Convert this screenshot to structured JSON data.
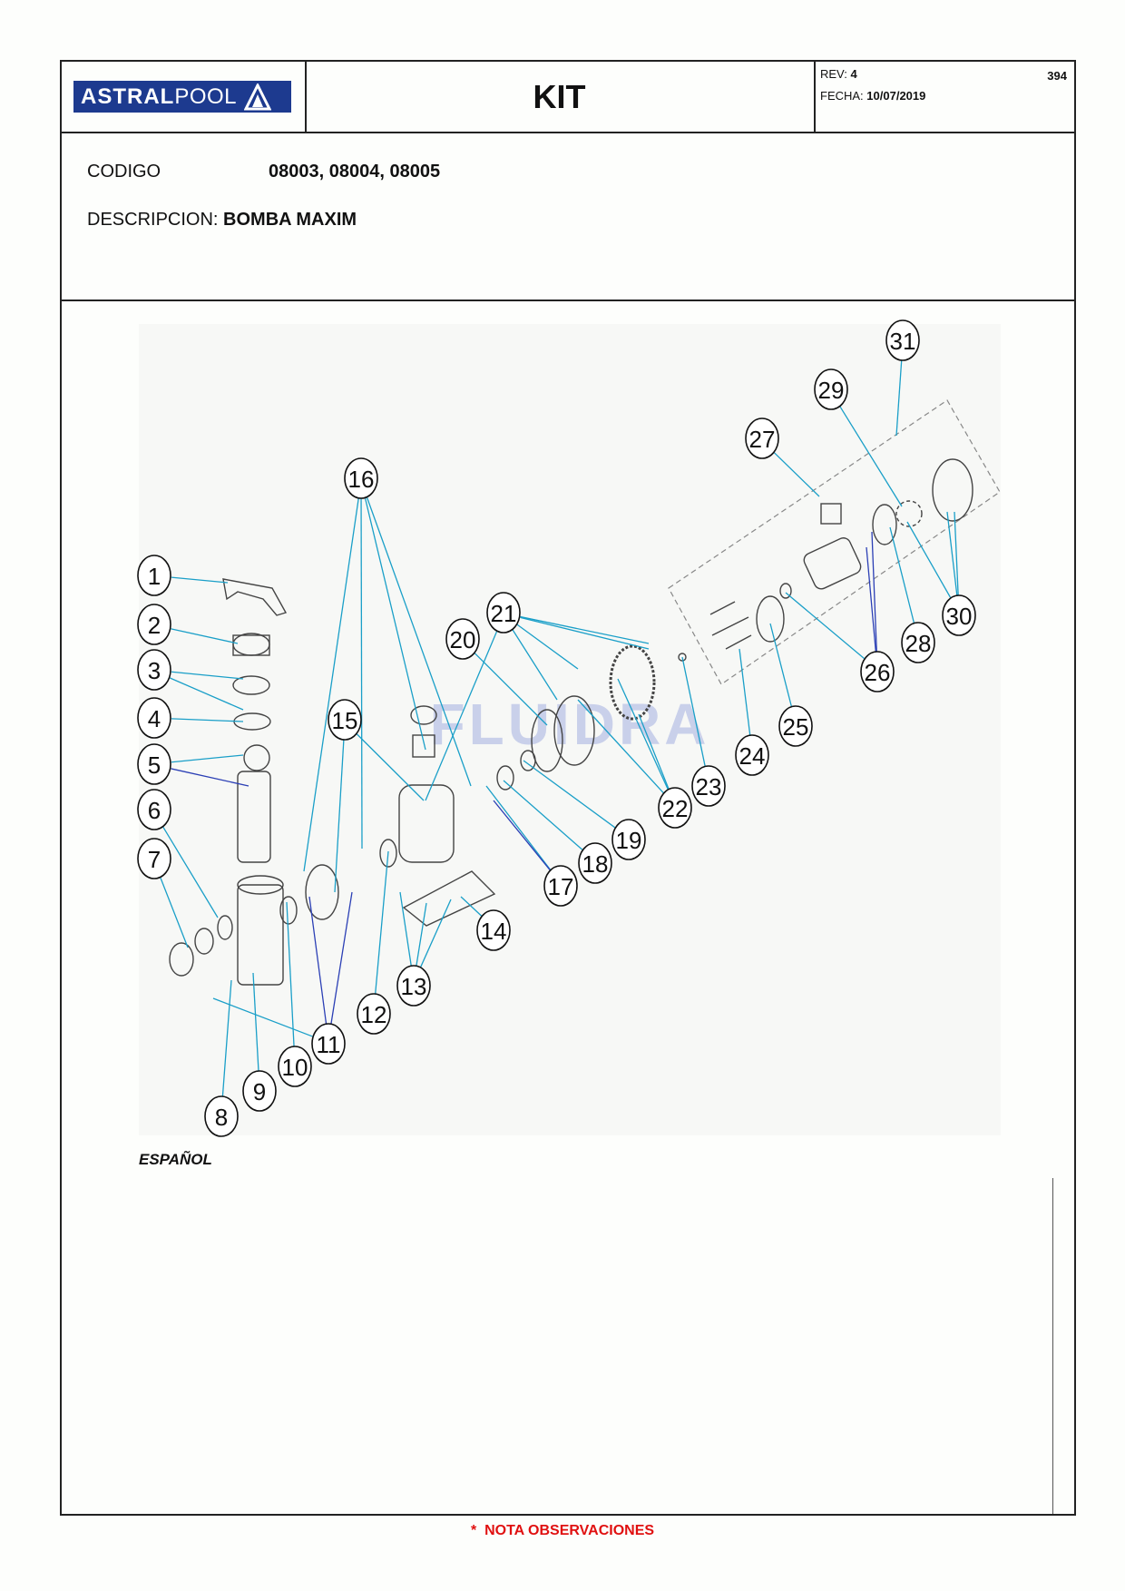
{
  "header": {
    "logo_text_bold": "ASTRAL",
    "logo_text_light": "POOL",
    "title": "KIT",
    "rev_label": "REV:",
    "rev_value": "4",
    "fecha_label": "FECHA:",
    "fecha_value": "10/07/2019",
    "page_number": "394"
  },
  "info": {
    "codigo_label": "CODIGO",
    "codigo_value": "08003, 08004, 08005",
    "descripcion_label": "DESCRIPCION:",
    "descripcion_value": "BOMBA MAXIM"
  },
  "diagram": {
    "watermark": "FLUIDRA",
    "callouts": [
      "1",
      "2",
      "3",
      "4",
      "5",
      "6",
      "7",
      "8",
      "9",
      "10",
      "11",
      "12",
      "13",
      "14",
      "15",
      "16",
      "17",
      "18",
      "19",
      "20",
      "21",
      "22",
      "23",
      "24",
      "25",
      "26",
      "27",
      "28",
      "29",
      "30",
      "31"
    ],
    "leader_color": "#1a9fc8",
    "leader_color_alt": "#2b3fb5"
  },
  "language_label": "ESPAÑOL",
  "footer": {
    "note_asterisk": "*",
    "note": "NOTA OBSERVACIONES",
    "note_color": "#e01010"
  }
}
